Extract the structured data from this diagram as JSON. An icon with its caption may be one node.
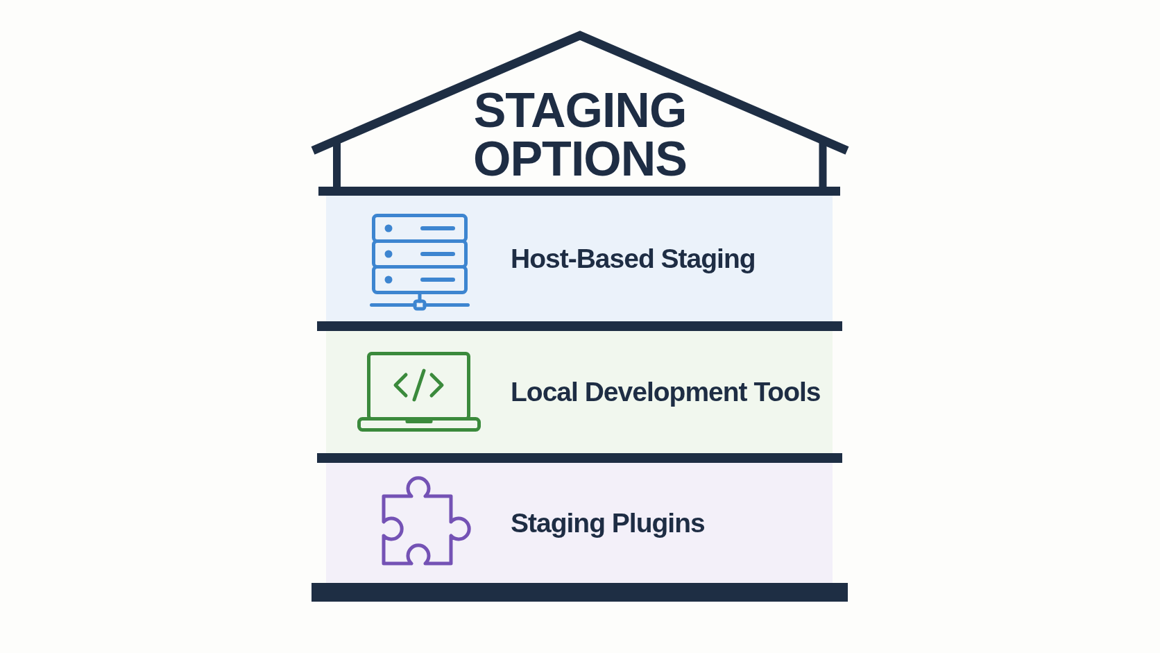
{
  "diagram": {
    "title": "STAGING OPTIONS",
    "nodes": [
      {
        "text": [
          "Host-Based Staging"
        ]
      },
      {
        "text": [
          "Local Development Tools"
        ]
      },
      {
        "text": [
          "Staging Plugins"
        ]
      }
    ]
  }
}
